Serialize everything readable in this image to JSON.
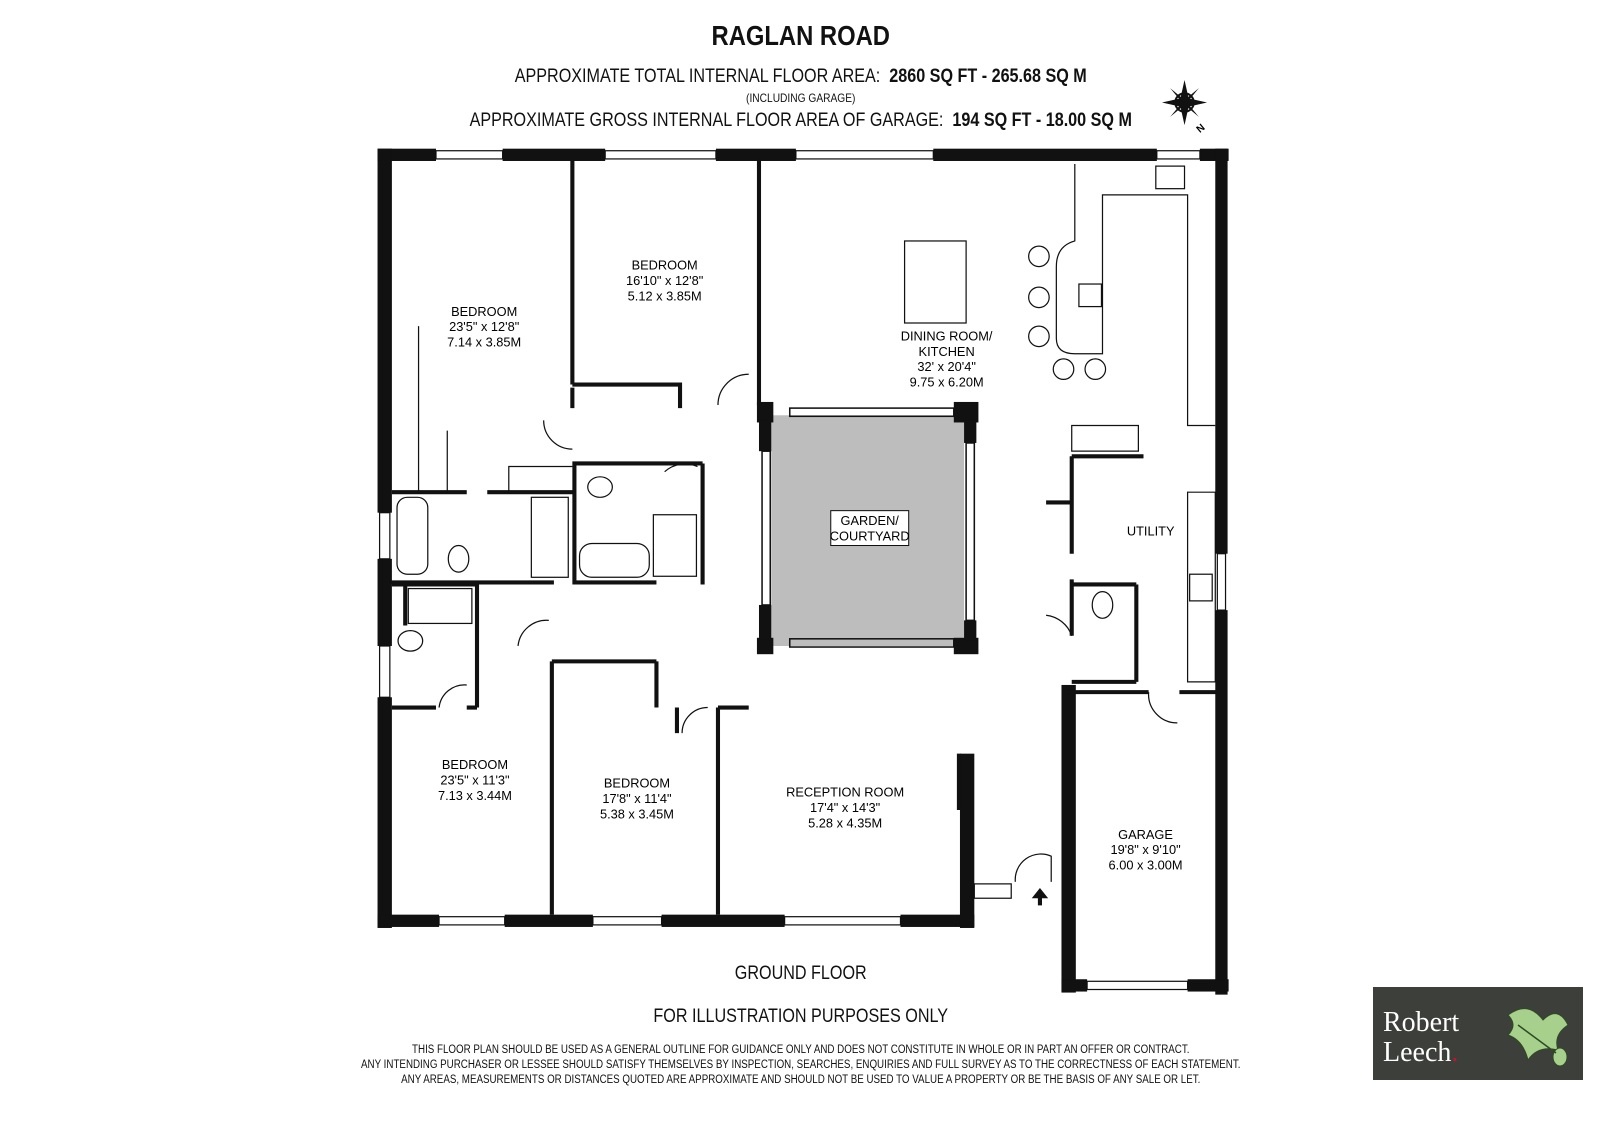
{
  "header": {
    "title": "RAGLAN ROAD",
    "total_area_label": "APPROXIMATE TOTAL INTERNAL FLOOR AREA:",
    "total_area_value": "2860 SQ FT  -  265.68 SQ M",
    "including_note": "(INCLUDING GARAGE)",
    "garage_area_label": "APPROXIMATE GROSS INTERNAL FLOOR AREA OF GARAGE:",
    "garage_area_value": "194 SQ FT  -  18.00 SQ M",
    "compass_letter": "N"
  },
  "rooms": [
    {
      "name": "BEDROOM",
      "imperial": "23'5\" x 12'8\"",
      "metric": "7.14 x 3.85M"
    },
    {
      "name": "BEDROOM",
      "imperial": "16'10\" x 12'8\"",
      "metric": "5.12 x 3.85M"
    },
    {
      "name": "DINING ROOM/",
      "name2": "KITCHEN",
      "imperial": "32' x 20'4\"",
      "metric": "9.75 x 6.20M"
    },
    {
      "name": "GARDEN/",
      "name2": "COURTYARD"
    },
    {
      "name": "UTILITY"
    },
    {
      "name": "BEDROOM",
      "imperial": "23'5\" x 11'3\"",
      "metric": "7.13 x 3.44M"
    },
    {
      "name": "BEDROOM",
      "imperial": "17'8\" x 11'4\"",
      "metric": "5.38 x 3.45M"
    },
    {
      "name": "RECEPTION ROOM",
      "imperial": "17'4\" x 14'3\"",
      "metric": "5.28 x 4.35M"
    },
    {
      "name": "GARAGE",
      "imperial": "19'8\" x 9'10\"",
      "metric": "6.00 x 3.00M"
    }
  ],
  "footer": {
    "floor_label": "GROUND FLOOR",
    "illustration_note": "FOR ILLUSTRATION PURPOSES ONLY",
    "disclaimer": [
      "THIS FLOOR PLAN SHOULD BE USED AS A GENERAL OUTLINE FOR GUIDANCE ONLY AND DOES NOT CONSTITUTE IN WHOLE OR IN PART AN OFFER OR CONTRACT.",
      "ANY INTENDING PURCHASER OR LESSEE SHOULD SATISFY THEMSELVES BY INSPECTION, SEARCHES, ENQUIRIES AND FULL SURVEY AS TO THE CORRECTNESS OF EACH STATEMENT.",
      "ANY AREAS, MEASUREMENTS OR DISTANCES QUOTED ARE APPROXIMATE AND SHOULD NOT BE USED TO VALUE A PROPERTY OR BE THE BASIS OF ANY SALE OR LET."
    ]
  },
  "logo": {
    "line1": "Robert",
    "line2": "Leech",
    "dot_color": "#c8102e",
    "bg_color": "#3c3f3a"
  },
  "colors": {
    "courtyard": "#bdbdbd",
    "walls": "#111111"
  }
}
